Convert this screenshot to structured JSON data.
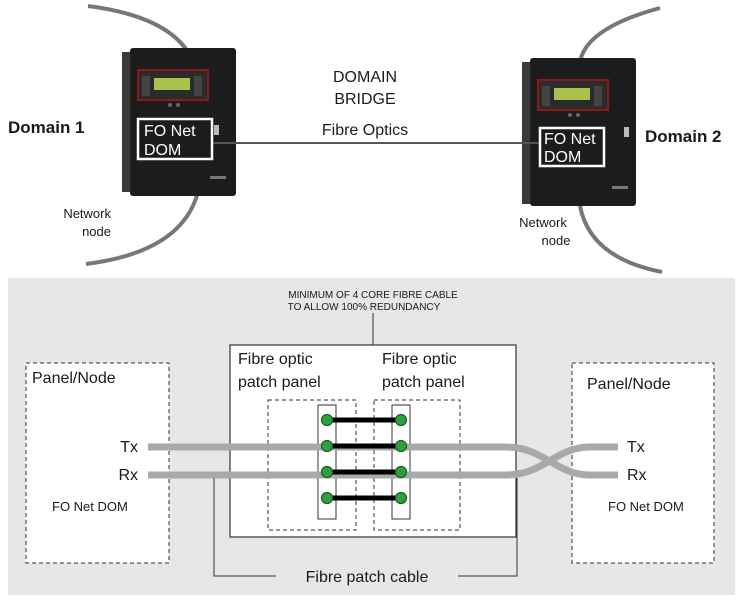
{
  "top": {
    "domain_left": "Domain 1",
    "domain_right": "Domain 2",
    "fo_net_line1": "FO Net",
    "fo_net_line2": "DOM",
    "bridge_line1": "DOMAIN",
    "bridge_line2": "BRIDGE",
    "bridge_line3": "Fibre Optics",
    "network_node_line1": "Network",
    "network_node_line2": "node"
  },
  "bottom": {
    "note_line1": "MINIMUM OF 4 CORE FIBRE CABLE",
    "note_line2": "TO ALLOW 100% REDUNDANCY",
    "panel_title": "Panel/Node",
    "tx": "Tx",
    "rx": "Rx",
    "fo_net_dom": "FO Net DOM",
    "patch_line1": "Fibre optic",
    "patch_line2": "patch panel",
    "patch_cable": "Fibre patch cable"
  },
  "colors": {
    "background_band": "#e6e7e8",
    "cable_gray": "#a8a9ab",
    "connector_green": "#2ea043",
    "cabinet_dark": "#1c1c1c"
  }
}
